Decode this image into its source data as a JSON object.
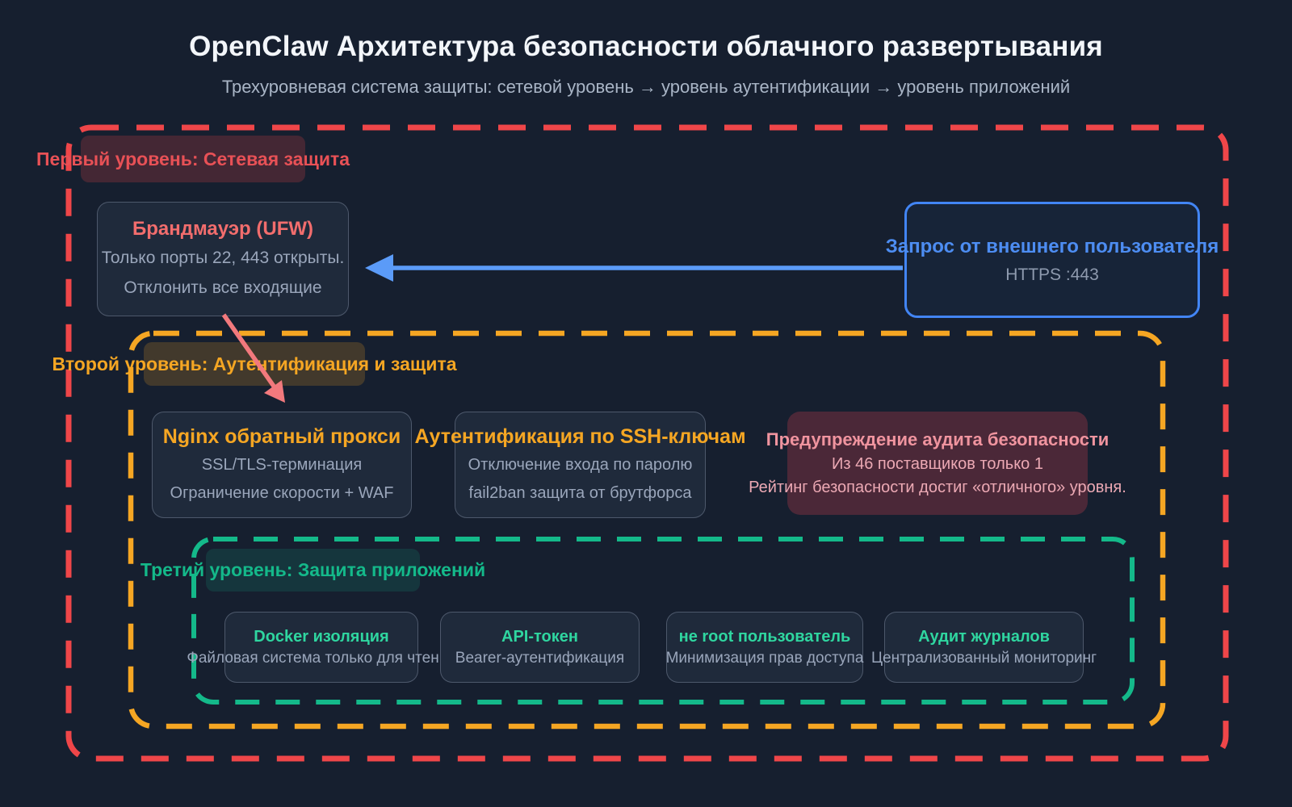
{
  "header": {
    "title": "OpenClaw Архитектура безопасности облачного развертывания",
    "subtitle": "Трехуровневая система защиты: сетевой уровень → уровень аутентификации → уровень приложений"
  },
  "colors": {
    "tier1_red": "#ef4649",
    "tier2_orange": "#f5a623",
    "tier3_green": "#14b98a",
    "arrow_blue": "#5b9bf8",
    "arrow_salmon": "#f2797d"
  },
  "tiers": {
    "tier1_label": "Первый уровень: Сетевая защита",
    "tier2_label": "Второй уровень: Аутентификация и защита",
    "tier3_label": "Третий уровень: Защита приложений"
  },
  "nodes": {
    "firewall": {
      "title": "Брандмауэр (UFW)",
      "line1": "Только порты 22, 443 открыты.",
      "line2": "Отклонить все входящие"
    },
    "external_request": {
      "title": "Запрос от внешнего пользователя",
      "line1": "HTTPS :443"
    },
    "nginx": {
      "title": "Nginx обратный прокси",
      "line1": "SSL/TLS-терминация",
      "line2": "Ограничение скорости + WAF"
    },
    "ssh": {
      "title": "Аутентификация по SSH-ключам",
      "line1": "Отключение входа по паролю",
      "line2": "fail2ban защита от брутфорса"
    },
    "audit_warning": {
      "title": "Предупреждение аудита безопасности",
      "line1": "Из 46 поставщиков только 1",
      "line2": "Рейтинг безопасности достиг «отличного» уровня."
    },
    "docker": {
      "title": "Docker изоляция",
      "line1": "Файловая система только для чтения"
    },
    "api_token": {
      "title": "API-токен",
      "line1": "Bearer-аутентификация"
    },
    "non_root": {
      "title": "не root пользователь",
      "line1": "Минимизация прав доступа"
    },
    "log_audit": {
      "title": "Аудит журналов",
      "line1": "Централизованный мониторинг"
    }
  }
}
